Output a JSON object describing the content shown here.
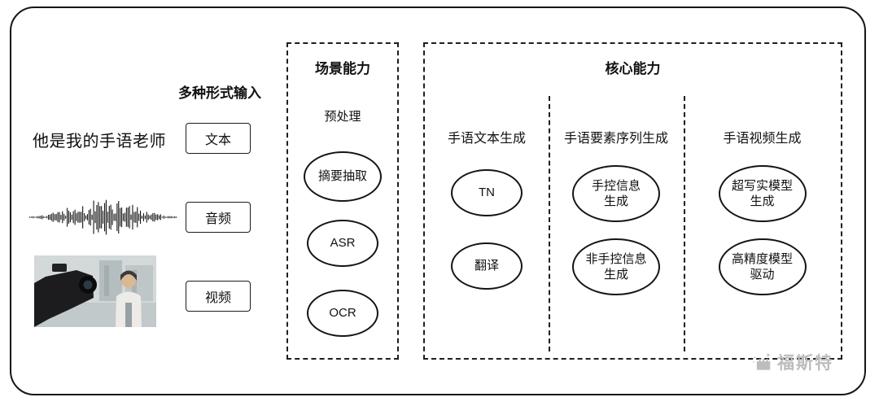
{
  "input_section": {
    "title": "多种形式输入",
    "text_example": "他是我的手语老师",
    "items": [
      {
        "label": "文本",
        "example": "text-sentence"
      },
      {
        "label": "音频",
        "example": "audio-waveform"
      },
      {
        "label": "视频",
        "example": "video-thumbnail"
      }
    ]
  },
  "scene_panel": {
    "title": "场景能力",
    "subtitle": "预处理",
    "nodes": [
      "摘要抽取",
      "ASR",
      "OCR"
    ]
  },
  "core_panel": {
    "title": "核心能力",
    "columns": [
      {
        "header": "手语文本生成",
        "nodes": [
          "TN",
          "翻译"
        ]
      },
      {
        "header": "手语要素序列生成",
        "nodes": [
          "手控信息\n生成",
          "非手控信息\n生成"
        ]
      },
      {
        "header": "手语视频生成",
        "nodes": [
          "超写实模型\n生成",
          "高精度模型\n驱动"
        ]
      }
    ]
  },
  "watermark": {
    "text": "福斯特",
    "icon": "castle-icon",
    "color": "#bdbdbd"
  },
  "colors": {
    "border": "#161616",
    "dashed": "#1e1e1e",
    "background": "#ffffff"
  }
}
